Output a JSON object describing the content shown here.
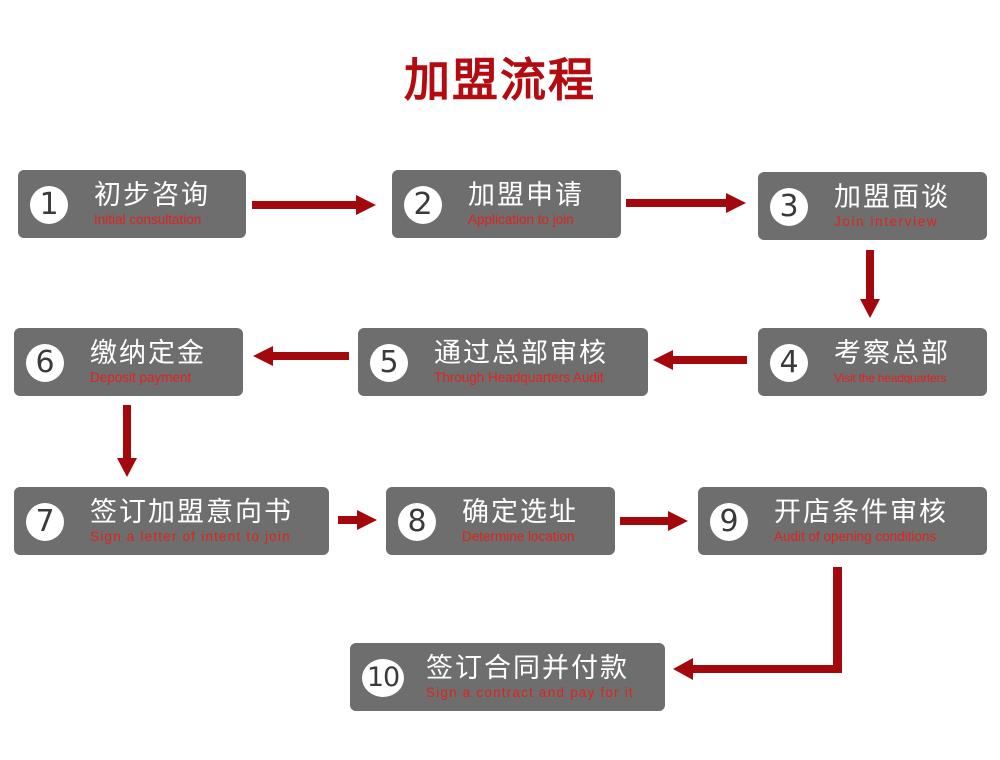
{
  "title": "加盟流程",
  "colors": {
    "box": "#6e6e6e",
    "arrow": "#a3080c",
    "title": "#b30b10",
    "subtitle": "#e0221c"
  },
  "steps": [
    {
      "num": "1",
      "cn": "初步咨询",
      "en": "Initial consultation"
    },
    {
      "num": "2",
      "cn": "加盟申请",
      "en": "Application to join"
    },
    {
      "num": "3",
      "cn": "加盟面谈",
      "en": "Join interview"
    },
    {
      "num": "4",
      "cn": "考察总部",
      "en": "Visit the headquarters"
    },
    {
      "num": "5",
      "cn": "通过总部审核",
      "en": "Through Headquarters Audit"
    },
    {
      "num": "6",
      "cn": "缴纳定金",
      "en": "Deposit payment"
    },
    {
      "num": "7",
      "cn": "签订加盟意向书",
      "en": "Sign a letter of intent to join"
    },
    {
      "num": "8",
      "cn": "确定选址",
      "en": "Determine location"
    },
    {
      "num": "9",
      "cn": "开店条件审核",
      "en": "Audit of opening conditions"
    },
    {
      "num": "10",
      "cn": "签订合同并付款",
      "en": "Sign a contract and pay for it"
    }
  ]
}
